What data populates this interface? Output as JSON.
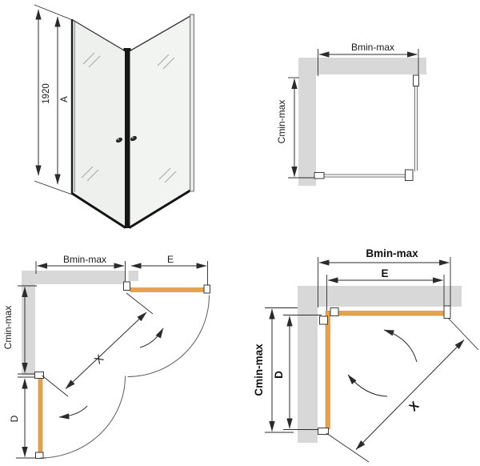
{
  "document": {
    "kind": "shower-enclosure-technical-drawing",
    "colors": {
      "wall_gray": "#d8d8d8",
      "door_panel_orange": "#e6a34f",
      "line_dark": "#2b2b2b",
      "glass_light": "#edf0ec",
      "frame_black": "#161616"
    }
  },
  "view_3d": {
    "height_dimension": "1920",
    "height_letter": "A"
  },
  "plan_top_right": {
    "width_label": "Bmin-max",
    "depth_label": "Cmin-max"
  },
  "plan_bottom_left": {
    "width_label": "Bmin-max",
    "panel_e_label": "E",
    "depth_label": "Cmin-max",
    "panel_d_label": "D",
    "diagonal_label": "X"
  },
  "plan_bottom_right": {
    "width_label": "Bmin-max",
    "panel_e_label": "E",
    "depth_label": "Cmin-max",
    "panel_d_label": "D",
    "diagonal_label": "X"
  }
}
